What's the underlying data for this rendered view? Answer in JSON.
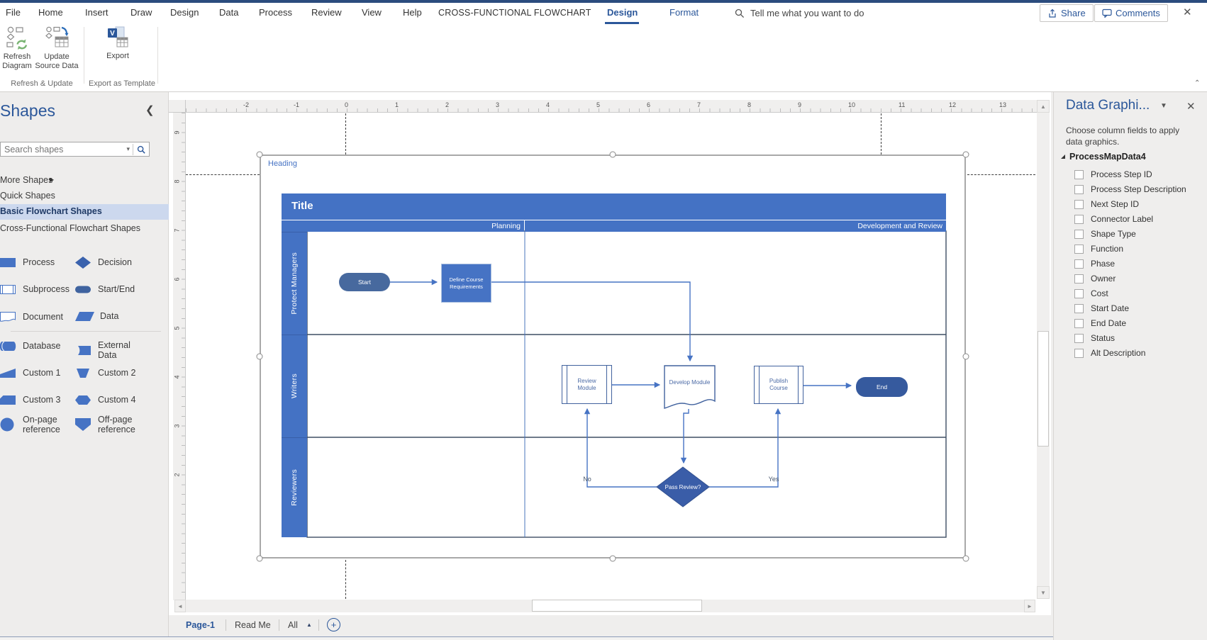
{
  "menu": {
    "items": [
      "File",
      "Home",
      "Insert",
      "Draw",
      "Design",
      "Data",
      "Process",
      "Review",
      "View",
      "Help"
    ],
    "context_group": "CROSS-FUNCTIONAL FLOWCHART",
    "context_tabs": [
      {
        "label": "Design",
        "active": true
      },
      {
        "label": "Format",
        "active": false
      }
    ],
    "tell_me": "Tell me what you want to do",
    "share_label": "Share",
    "comments_label": "Comments",
    "close_glyph": "✕"
  },
  "ribbon": {
    "refresh_diagram": {
      "line1": "Refresh",
      "line2": "Diagram"
    },
    "update_source": {
      "line1": "Update",
      "line2": "Source Data"
    },
    "export_label": "Export",
    "groups": [
      "Refresh & Update",
      "Export as Template"
    ]
  },
  "shapes_panel": {
    "title": "Shapes",
    "collapse_glyph": "❮",
    "search_placeholder": "Search shapes",
    "links": [
      "More Shapes",
      "Quick Shapes",
      "Basic Flowchart Shapes",
      "Cross-Functional Flowchart Shapes"
    ],
    "gallery": [
      {
        "label": "Process"
      },
      {
        "label": "Decision"
      },
      {
        "label": "Subprocess"
      },
      {
        "label": "Start/End"
      },
      {
        "label": "Document"
      },
      {
        "label": "Data"
      },
      {
        "label": "Database"
      },
      {
        "label": "External Data"
      },
      {
        "label": "Custom 1"
      },
      {
        "label": "Custom 2"
      },
      {
        "label": "Custom 3"
      },
      {
        "label": "Custom 4"
      },
      {
        "label": "On-page reference"
      },
      {
        "label": "Off-page reference"
      }
    ]
  },
  "canvas": {
    "heading_label": "Heading",
    "h_ruler": [
      "-2",
      "-1",
      "0",
      "1",
      "2",
      "3",
      "4",
      "5",
      "6",
      "7",
      "8",
      "9",
      "10",
      "11",
      "12",
      "13"
    ],
    "v_ruler": [
      "9",
      "8",
      "7",
      "6",
      "5",
      "4",
      "3",
      "2"
    ],
    "flowchart": {
      "title": "Title",
      "phases": [
        "Planning",
        "Development and Review"
      ],
      "lanes": [
        "Protect Managers",
        "Writers",
        "Reviewers"
      ],
      "shapes": {
        "start": "Start",
        "define": "Define Course Requirements",
        "review": "Review Module",
        "develop": "Develop Module",
        "publish": "Publish Course",
        "end": "End",
        "decision": "Pass Review?"
      },
      "connector_labels": {
        "no": "No",
        "yes": "Yes"
      }
    }
  },
  "data_panel": {
    "title": "Data Graphi...",
    "subtitle": "Choose column fields to apply data graphics.",
    "dataset": "ProcessMapData4",
    "fields": [
      "Process Step ID",
      "Process Step Description",
      "Next Step ID",
      "Connector Label",
      "Shape Type",
      "Function",
      "Phase",
      "Owner",
      "Cost",
      "Start Date",
      "End Date",
      "Status",
      "Alt Description"
    ]
  },
  "tabbar": {
    "page1": "Page-1",
    "readme": "Read Me",
    "all": "All"
  },
  "colors": {
    "accent_blue": "#2b579a",
    "flowchart_blue": "#4472c4",
    "decision_blue": "#3a5da8",
    "top_strip": "#2b4c7e",
    "selection_gray": "#a9a9a9"
  }
}
